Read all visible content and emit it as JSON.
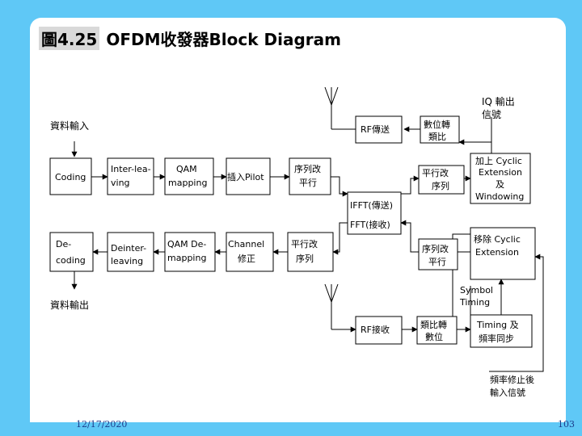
{
  "slide": {
    "title_number": "圖4.25",
    "title_text": "OFDM收發器Block Diagram",
    "footer_date": "12/17/2020",
    "footer_page": "103"
  },
  "labels": {
    "data_in": "資料輸入",
    "data_out": "資料輸出",
    "iq_out_1": "IQ 輸出",
    "iq_out_2": "信號",
    "symbol_timing_1": "Symbol",
    "symbol_timing_2": "Timing",
    "freq_fix_1": "頻率修止後",
    "freq_fix_2": "輸入信號"
  },
  "blocks": {
    "coding": [
      "Coding"
    ],
    "interleaving": [
      "Inter-lea-",
      "ving"
    ],
    "qam_mapping": [
      "QAM",
      "mapping"
    ],
    "pilot": [
      "插入Pilot"
    ],
    "sp_tx": [
      "序列改",
      "平行"
    ],
    "rf_tx": [
      "RF傳送"
    ],
    "dac": [
      "數位轉",
      "類比"
    ],
    "ps_tx": [
      "平行改",
      "序列"
    ],
    "cyclic_add": [
      "加上 Cyclic",
      "Extension",
      "及",
      "Windowing"
    ],
    "ifft_fft": [
      "IFFT(傳送)",
      "FFT(接收)"
    ],
    "decoding": [
      "De-",
      "coding"
    ],
    "deinterleaving": [
      "Deinter-",
      "leaving"
    ],
    "qam_demapping": [
      "QAM De-",
      "mapping"
    ],
    "channel_fix": [
      "Channel",
      "修正"
    ],
    "ps_rx": [
      "平行改",
      "序列"
    ],
    "sp_rx": [
      "序列改",
      "平行"
    ],
    "cyclic_remove": [
      "移除 Cyclic",
      "Extension"
    ],
    "rf_rx": [
      "RF接收"
    ],
    "adc": [
      "類比轉",
      "數位"
    ],
    "timing_sync": [
      "Timing 及",
      "頻率同步"
    ]
  }
}
